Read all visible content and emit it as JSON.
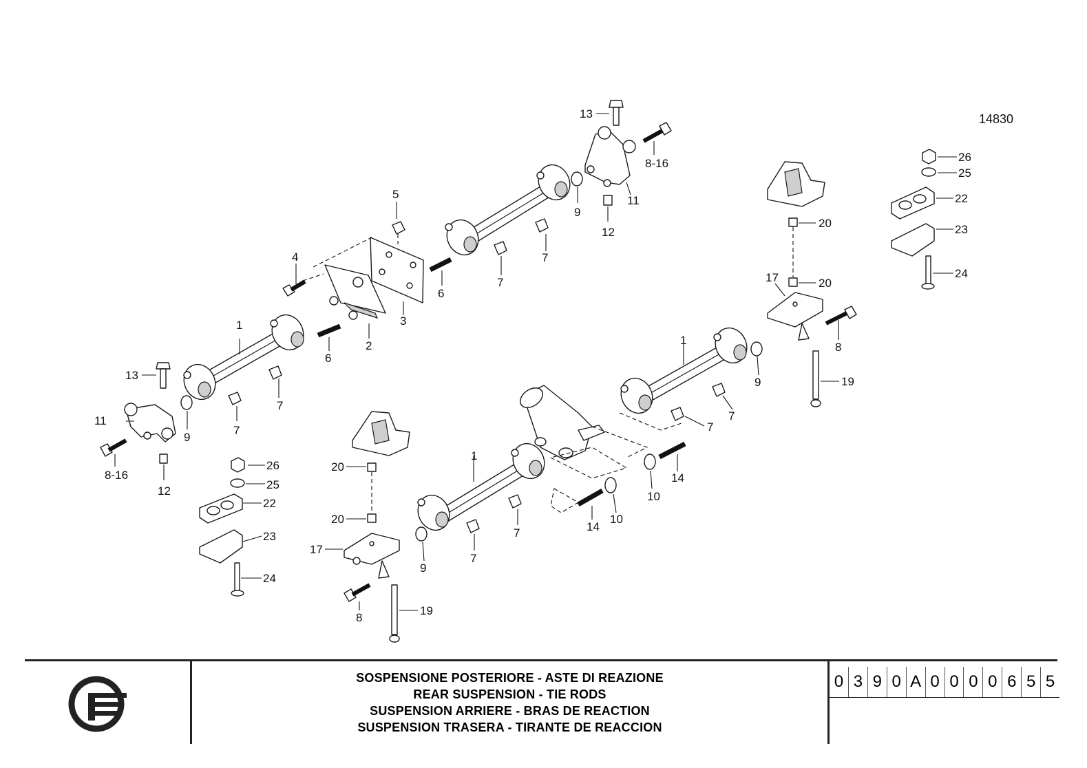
{
  "drawing_number": "14830",
  "labels": {
    "l_13a": "13",
    "l_8_16a": "8-16",
    "l_11a": "11",
    "l_12a": "12",
    "l_9a": "9",
    "l_7a": "7",
    "l_5": "5",
    "l_4": "4",
    "l_6a": "6",
    "l_7b": "7",
    "l_3": "3",
    "l_2": "2",
    "l_6b": "6",
    "l_1a": "1",
    "l_13b": "13",
    "l_7c": "7",
    "l_9b": "9",
    "l_11b": "11",
    "l_8_16b": "8-16",
    "l_12b": "12",
    "l_7d": "7",
    "l_26a": "26",
    "l_25a": "25",
    "l_22a": "22",
    "l_20a": "20",
    "l_20b": "20",
    "l_17a": "17",
    "l_23a": "23",
    "l_24a": "24",
    "l_19a": "19",
    "l_8a": "8",
    "l_1b": "1",
    "l_9c": "9",
    "l_7e": "7",
    "l_7f": "7",
    "l_14a": "14",
    "l_10a": "10",
    "l_10b": "10",
    "l_14b": "14",
    "l_7g": "7",
    "l_1c": "1",
    "l_9d": "9",
    "l_7h": "7",
    "l_19b": "19",
    "l_8b": "8",
    "l_17b": "17",
    "l_20c": "20",
    "l_20d": "20",
    "l_26b": "26",
    "l_25b": "25",
    "l_22b": "22",
    "l_23b": "23",
    "l_24b": "24"
  },
  "title_block": {
    "title_it": "SOSPENSIONE POSTERIORE - ASTE DI REAZIONE",
    "title_en": "REAR SUSPENSION - TIE RODS",
    "title_fr": "SUSPENSION ARRIERE - BRAS DE REACTION",
    "title_es": "SUSPENSION TRASERA - TIRANTE DE REACCION",
    "code_chars": [
      "0",
      "3",
      "9",
      "0",
      "A",
      "0",
      "0",
      "0",
      "0",
      "6",
      "5",
      "5"
    ],
    "logo_icon": "brand-logo-icon"
  }
}
